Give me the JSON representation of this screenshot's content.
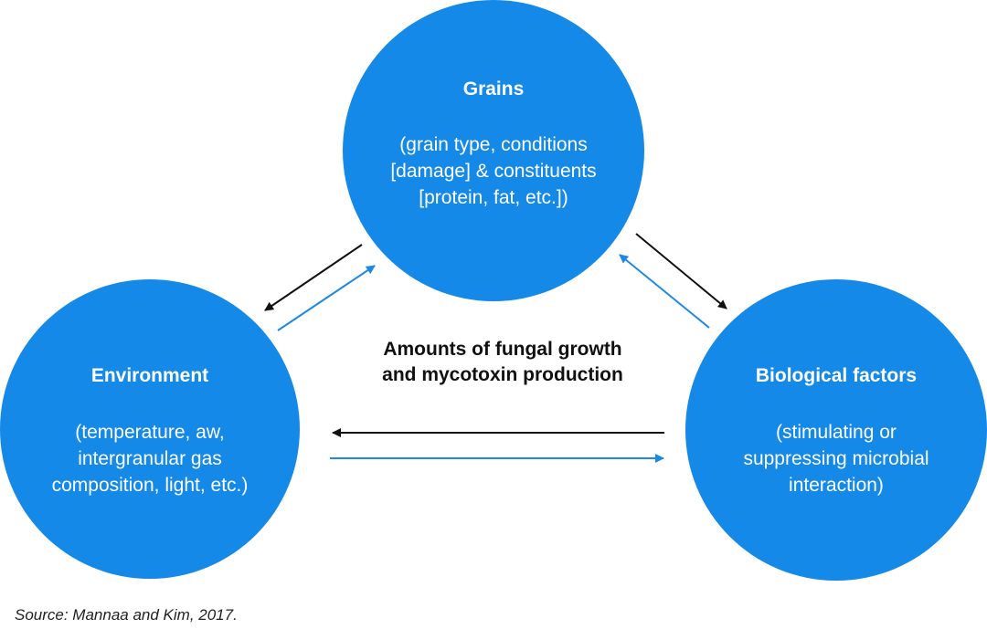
{
  "colors": {
    "circle_fill": "#1589e8",
    "circle_text": "#ffffff",
    "arrow_black": "#111111",
    "arrow_blue": "#1e88e5"
  },
  "grains": {
    "title": "Grains",
    "desc_lines": [
      "(grain type, conditions",
      "[damage] & constituents",
      "[protein, fat, etc.])"
    ]
  },
  "environment": {
    "title": "Environment",
    "desc_lines": [
      "(temperature, aw,",
      "intergranular gas",
      "composition, light, etc.)"
    ]
  },
  "biological": {
    "title": "Biological factors",
    "desc_lines": [
      "(stimulating or",
      "suppressing microbial",
      "interaction)"
    ]
  },
  "center": {
    "lines": [
      "Amounts of fungal growth",
      "and mycotoxin production"
    ]
  },
  "source": "Source: Mannaa and Kim, 2017."
}
